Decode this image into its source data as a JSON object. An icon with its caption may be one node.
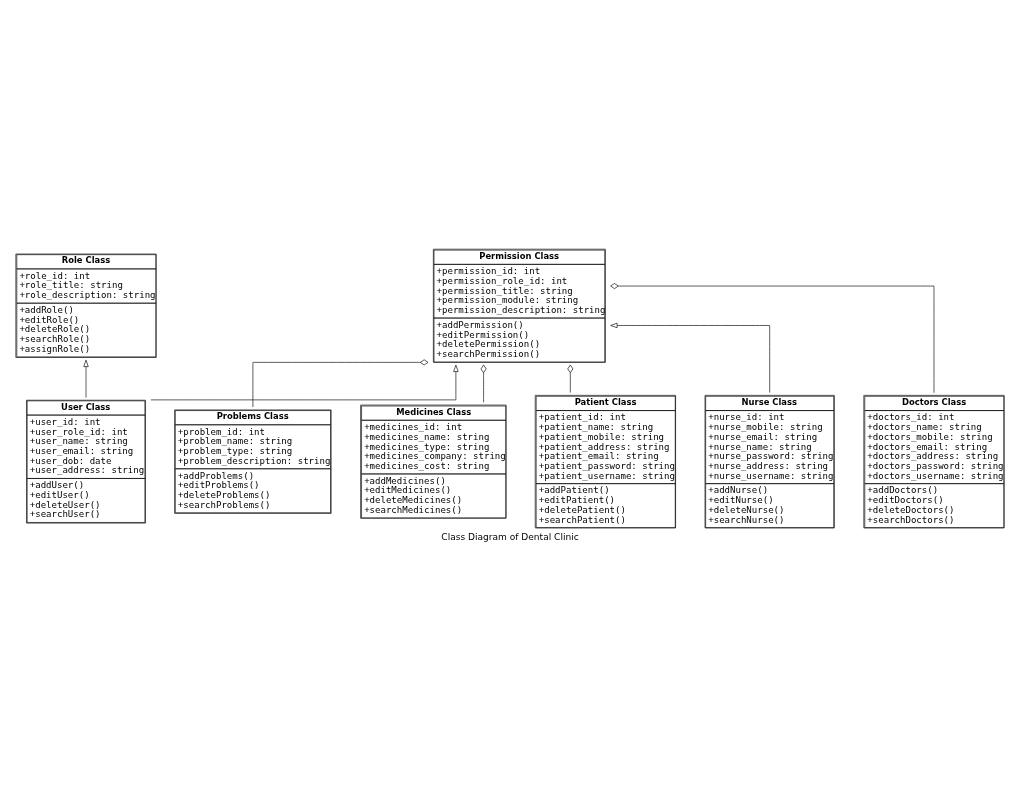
{
  "diagram": {
    "title": "Class Diagram of Dental Clinic",
    "nodes": [
      {
        "text": [
          "Role Class",
          "+role_id: int +role_title: string +role_description: string",
          "+addRole() +editRole() +deleteRole() +searchRole() +assignRole()"
        ]
      },
      {
        "text": [
          "Permission Class",
          "+permission_id: int +permission_role_id: int +permission_title: string +permission_module: string +permission_description: string",
          "+addPermission() +editPermission() +deletePermission() +searchPermission()"
        ]
      },
      {
        "text": [
          "Problems Class",
          "+problem_id: int +problem_name: string +problem_type: string +problem_description: string",
          "+addProblems() +editProblems() +deleteProblems() +searchProblems()"
        ]
      },
      {
        "text": [
          "User Class",
          "+user_id: int +user_role_id: int +user_name: string +user_email: string +user_dob: date +user_address: string",
          "+addUser() +editUser() +deleteUser() +searchUser()"
        ]
      },
      {
        "text": [
          "Medicines Class",
          "+medicines_id: int +medicines_name: string +medicines_type: string +medicines_company: string +medicines_cost: string",
          "+addMedicines() +editMedicines() +deleteMedicines() +searchMedicines()"
        ]
      },
      {
        "text": [
          "Patient Class",
          "+patient_id: int +patient_name: string +patient_mobile: string +patient_address: string +patient_email: string +patient_password: string +patient_username: string",
          "+addPatient() +editPatient() +deletePatient() +searchPatient()"
        ]
      },
      {
        "text": [
          "Nurse Class",
          "+nurse_id: int +nurse_mobile: string +nurse_email: string +nurse_name: string +nurse_password: string +nurse_address: string +nurse_username: string",
          "+addNurse() +editNurse() +deleteNurse() +searchNurse()"
        ]
      },
      {
        "text": [
          "Doctors Class",
          "+doctors_id: int +doctors_name: string +doctors_mobile: string +doctors_email: string +doctors_address: string +doctors_password: string +doctors_username: string",
          "+addDoctors() +editDoctors() +deleteDoctors() +searchDoctors()"
        ]
      }
    ],
    "edges": [
      {
        "from": 3,
        "to": 0,
        "arrow": "to"
      },
      {
        "from": 3,
        "to": 1,
        "arrow": "to"
      },
      {
        "from": 6,
        "to": 1,
        "arrow": "to"
      },
      {
        "from": 2,
        "to": 1,
        "arrow": "other"
      },
      {
        "from": 4,
        "to": 1,
        "arrow": "other"
      },
      {
        "from": 5,
        "to": 1,
        "arrow": "other"
      },
      {
        "from": 7,
        "to": 1,
        "arrow": "other"
      }
    ]
  }
}
